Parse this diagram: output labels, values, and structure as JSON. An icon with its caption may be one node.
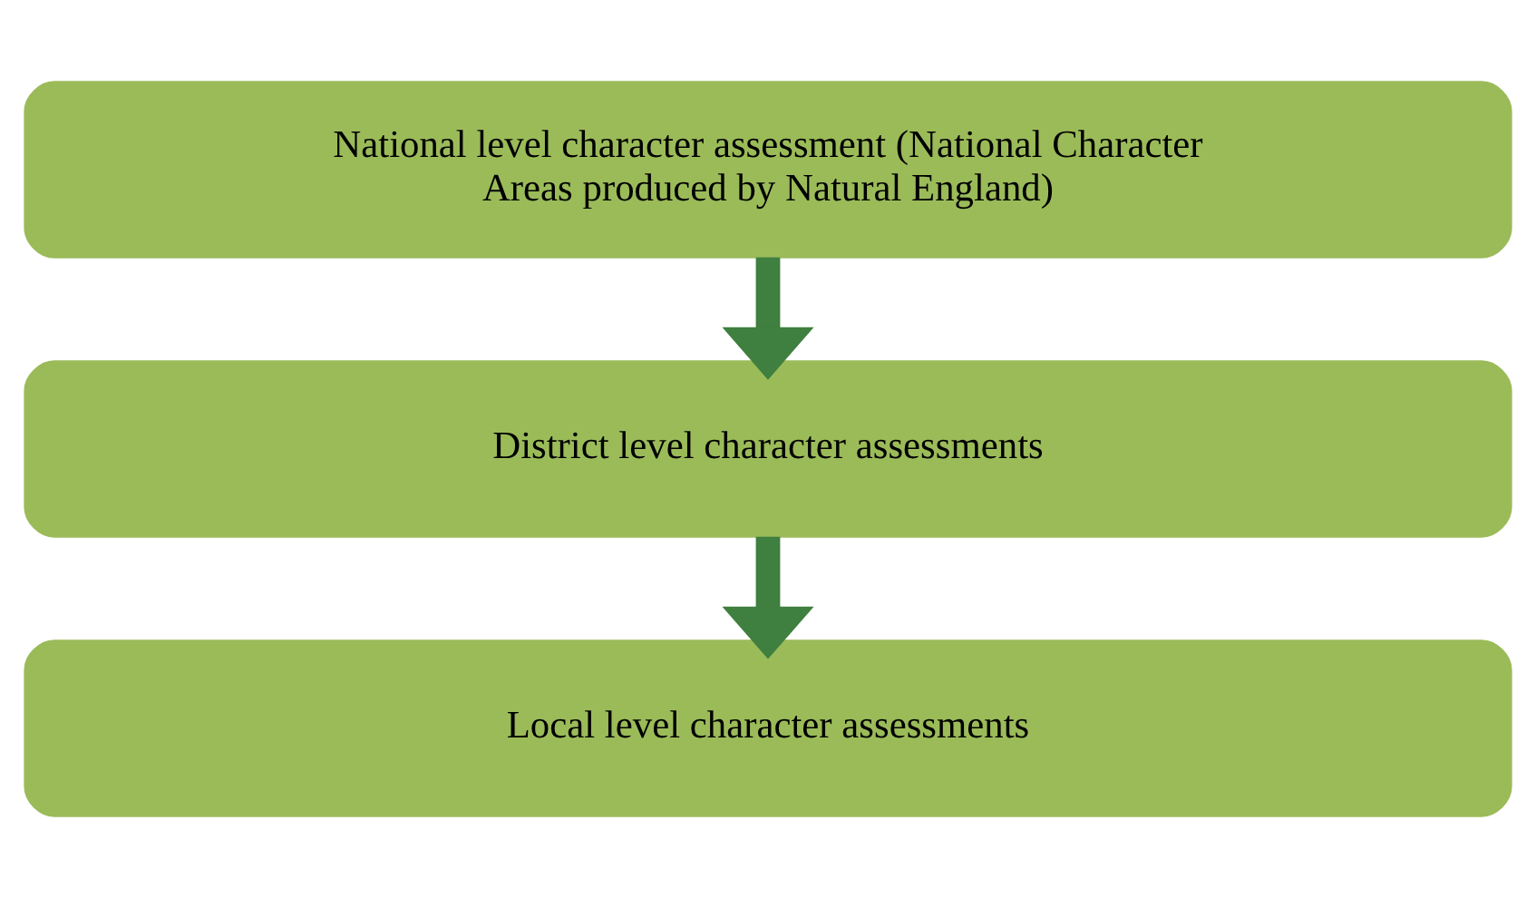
{
  "diagram": {
    "nodes": [
      {
        "text": [
          "National level character assessment (National Character Areas produced by Natural England)"
        ]
      },
      {
        "text": [
          "District level character assessments"
        ]
      },
      {
        "text": [
          "Local level character assessments"
        ]
      }
    ],
    "edges": [
      {
        "from": 0,
        "to": 1,
        "arrow": "to"
      },
      {
        "from": 1,
        "to": 2,
        "arrow": "to"
      }
    ]
  }
}
